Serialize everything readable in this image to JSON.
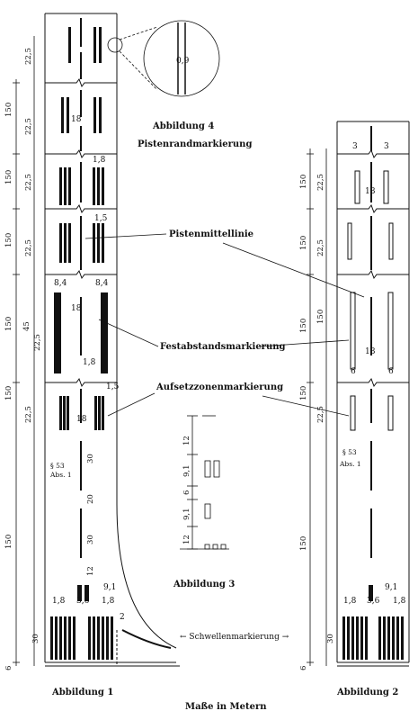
{
  "figures": {
    "fig1": "Abbildung 1",
    "fig2": "Abbildung 2",
    "fig3": "Abbildung 3",
    "fig4": "Abbildung 4"
  },
  "labels": {
    "edge_marking": "Pistenrandmarkierung",
    "centerline": "Pistenmittellinie",
    "fixed_distance": "Festabstandsmarkierung",
    "touchdown_zone": "Aufsetzzonenmarkierung",
    "threshold": "← Schwellenmarkierung →",
    "units": "Maße in Metern",
    "ref_line1": "§ 53",
    "ref_line2": "Abs. 1"
  },
  "dimensions": {
    "d150": "150",
    "d22_5": "22,5",
    "d45": "45",
    "d30": "30",
    "d20": "20",
    "d12": "12",
    "d18": "18",
    "d1_8": "1,8",
    "d1_5": "1,5",
    "d8_4": "8,4",
    "d3_6": "3,6",
    "d9_1": "9,1",
    "d6": "6",
    "d3": "3",
    "d2": "2",
    "d0_9": "0,9"
  }
}
